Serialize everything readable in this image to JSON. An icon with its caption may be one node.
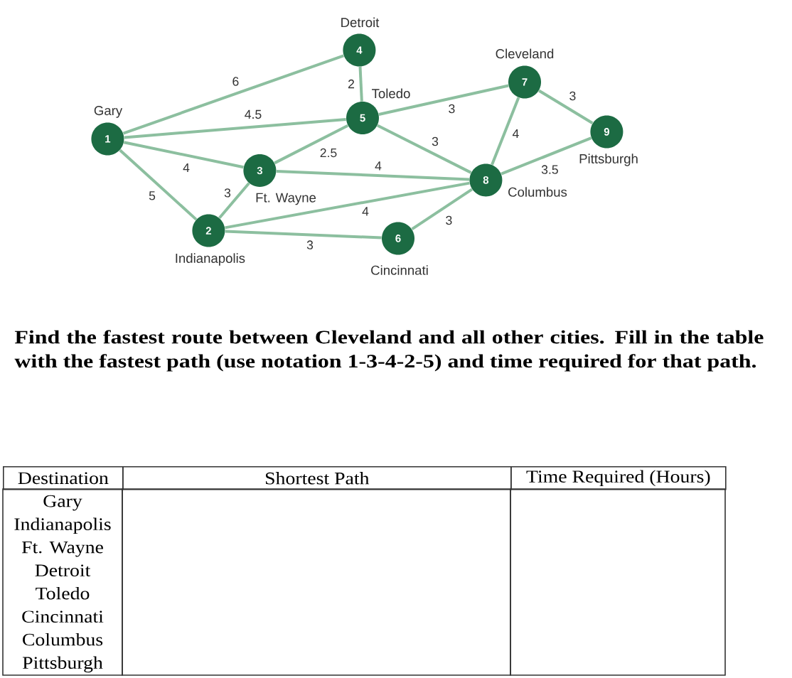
{
  "diagram": {
    "nodes": [
      {
        "text": [
          "1"
        ],
        "beside": [
          "Gary"
        ]
      },
      {
        "text": [
          "2"
        ],
        "beside": [
          "Indianapolis"
        ]
      },
      {
        "text": [
          "3"
        ],
        "beside": [
          "Ft. Wayne"
        ]
      },
      {
        "text": [
          "4"
        ],
        "beside": [
          "Detroit"
        ]
      },
      {
        "text": [
          "5"
        ],
        "beside": [
          "Toledo"
        ]
      },
      {
        "text": [
          "6"
        ],
        "beside": [
          "Cincinnati"
        ]
      },
      {
        "text": [
          "7"
        ],
        "beside": [
          "Cleveland"
        ]
      },
      {
        "text": [
          "8"
        ],
        "beside": [
          "Columbus"
        ]
      },
      {
        "text": [
          "9"
        ],
        "beside": [
          "Pittsburgh"
        ]
      }
    ],
    "edges": [
      {
        "from": 0,
        "to": 3,
        "arrow": "none",
        "label": "6"
      },
      {
        "from": 0,
        "to": 4,
        "arrow": "none",
        "label": "4.5"
      },
      {
        "from": 0,
        "to": 2,
        "arrow": "none",
        "label": "4"
      },
      {
        "from": 0,
        "to": 1,
        "arrow": "none",
        "label": "5"
      },
      {
        "from": 2,
        "to": 1,
        "arrow": "none",
        "label": "3"
      },
      {
        "from": 3,
        "to": 4,
        "arrow": "none",
        "label": "2"
      },
      {
        "from": 2,
        "to": 4,
        "arrow": "none",
        "label": "2.5"
      },
      {
        "from": 2,
        "to": 7,
        "arrow": "none",
        "label": "4"
      },
      {
        "from": 1,
        "to": 7,
        "arrow": "none",
        "label": "4"
      },
      {
        "from": 1,
        "to": 5,
        "arrow": "none",
        "label": "3"
      },
      {
        "from": 4,
        "to": 6,
        "arrow": "none",
        "label": "3"
      },
      {
        "from": 4,
        "to": 7,
        "arrow": "none",
        "label": "3"
      },
      {
        "from": 6,
        "to": 7,
        "arrow": "none",
        "label": "4"
      },
      {
        "from": 6,
        "to": 8,
        "arrow": "none",
        "label": "3"
      },
      {
        "from": 7,
        "to": 8,
        "arrow": "none",
        "label": "3.5"
      },
      {
        "from": 7,
        "to": 5,
        "arrow": "none",
        "label": "3"
      }
    ],
    "labels": [
      "Find the fastest route between Cleveland and all other cities. Fill in the table with the fastest path (use notation 1-3-4-2-5) and time required for that path.",
      "Destination",
      "Shortest Path",
      "Time Required (Hours)",
      "Gary",
      "Indianapolis",
      "Ft. Wayne",
      "Detroit",
      "Toledo",
      "Cincinnati",
      "Columbus",
      "Pittsburgh"
    ]
  }
}
